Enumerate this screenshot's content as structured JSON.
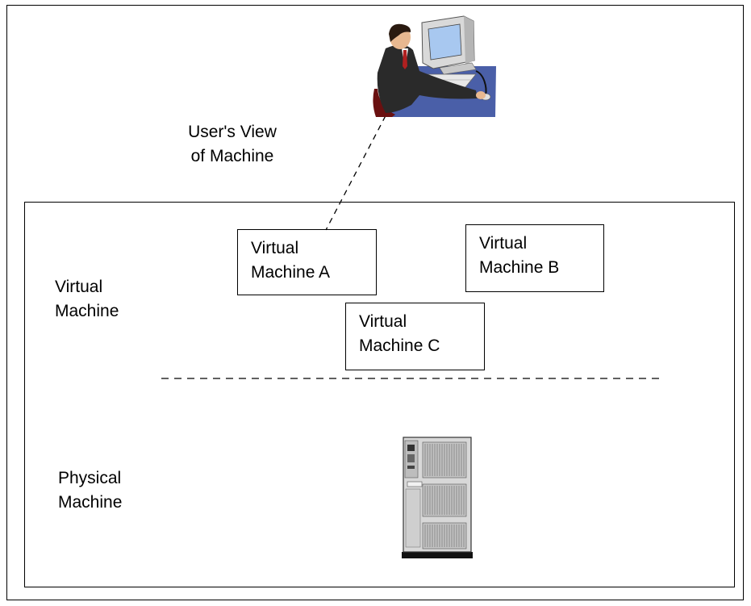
{
  "user_view_label": {
    "line1": "User's View",
    "line2": "of Machine"
  },
  "layers": {
    "virtual": {
      "line1": "Virtual",
      "line2": "Machine"
    },
    "physical": {
      "line1": "Physical",
      "line2": "Machine"
    }
  },
  "virtual_machines": [
    {
      "line1": "Virtual",
      "line2": "Machine A"
    },
    {
      "line1": "Virtual",
      "line2": "Machine B"
    },
    {
      "line1": "Virtual",
      "line2": "Machine C"
    }
  ],
  "icons": {
    "user": "user-at-computer-icon",
    "server": "server-tower-icon"
  },
  "colors": {
    "desk": "#4A5FA8",
    "suit": "#2A2A2A",
    "tie": "#B02020",
    "monitor_screen": "#A8C8F0",
    "server_body": "#D8D8D8"
  }
}
